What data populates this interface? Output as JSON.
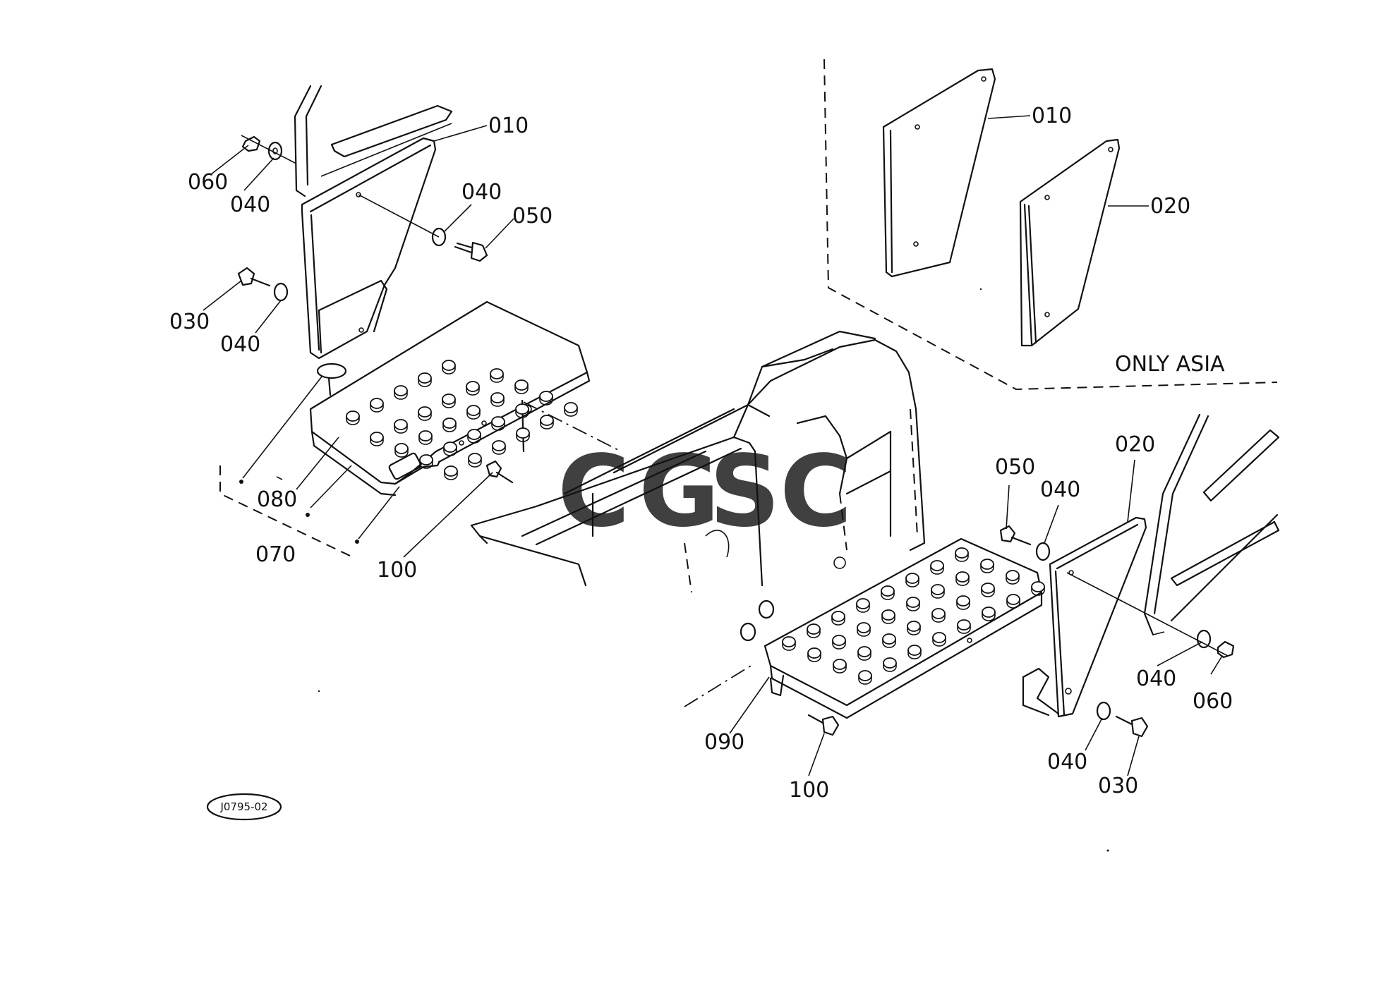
{
  "diagram": {
    "labels": {
      "left": {
        "p010": "010",
        "p060": "060",
        "p040a": "040",
        "p040b": "040",
        "p050": "050",
        "p030": "030",
        "p040c": "040",
        "p080": "080",
        "p070": "070",
        "p100": "100"
      },
      "inset": {
        "p010": "010",
        "p020": "020",
        "note": "ONLY ASIA"
      },
      "right": {
        "p050": "050",
        "p040a": "040",
        "p020": "020",
        "p040b": "040",
        "p060": "060",
        "p090": "090",
        "p100": "100",
        "p040c": "040",
        "p030": "030"
      }
    },
    "drawing_code": "J0795-02",
    "watermark": {
      "letters": [
        "C",
        "G",
        "S",
        "C"
      ],
      "colors": [
        "#6ea0f0",
        "#ef8a8a",
        "#f3d36a",
        "#7cc79a"
      ]
    }
  }
}
